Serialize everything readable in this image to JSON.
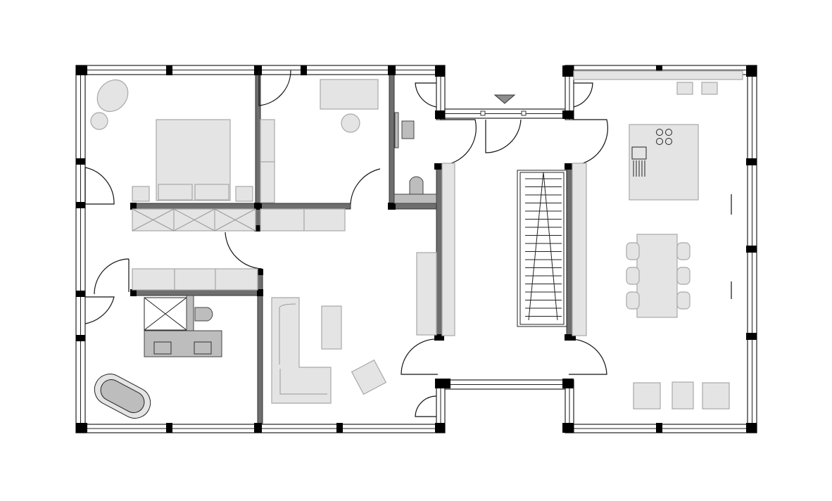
{
  "plan": {
    "kind": "floor-plan",
    "colors": {
      "columns": "#000000",
      "interior_walls": "#6e6e6e",
      "furniture_fill": "#e4e4e4",
      "furniture_stroke": "#a8a8a8",
      "sanitary_fill": "#bdbdbd",
      "entrance_marker": "#8c8c8c",
      "background": "#ffffff"
    },
    "icons": [
      "entrance-marker-icon",
      "staircase",
      "bed",
      "desk",
      "sofa",
      "bathtub",
      "toilet",
      "sink",
      "kitchen-island",
      "dining-table",
      "armchair"
    ]
  }
}
